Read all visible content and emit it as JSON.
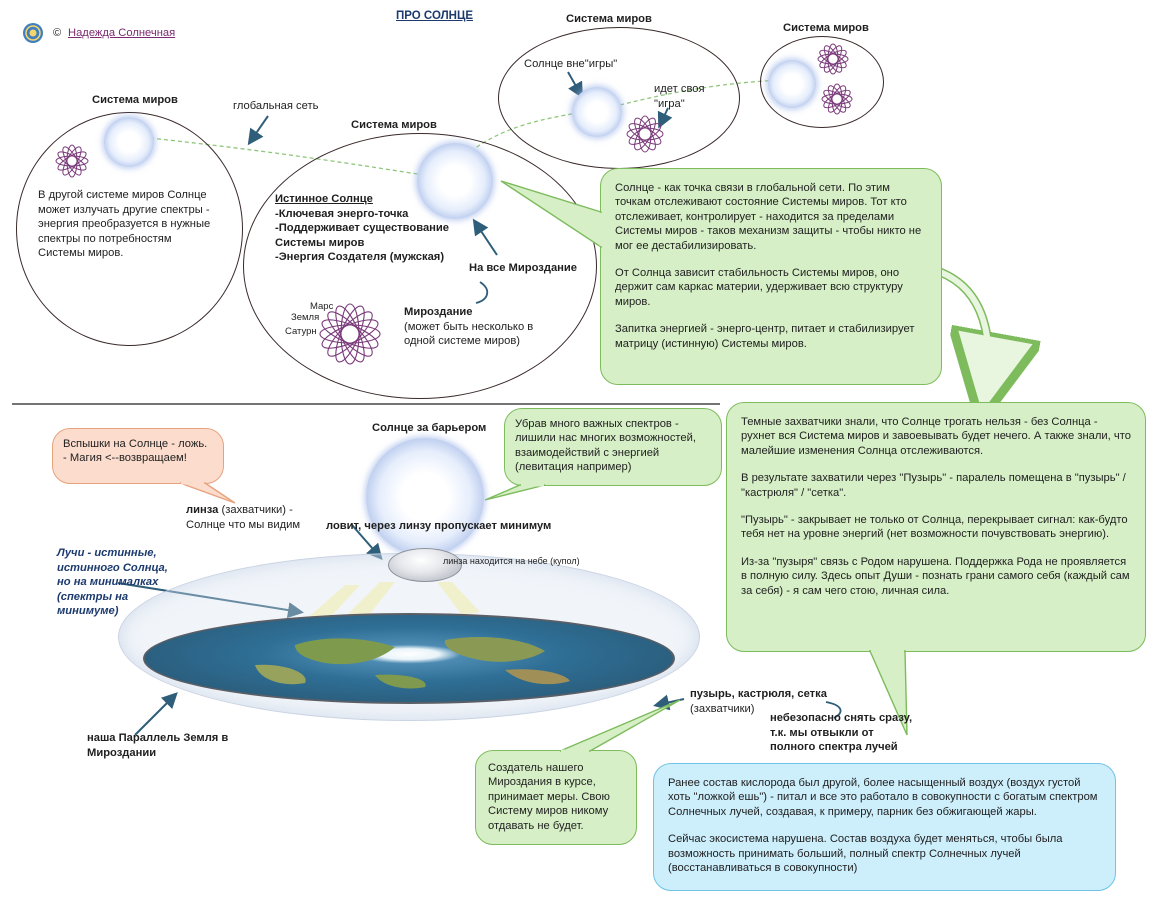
{
  "header": {
    "title": "ПРО СОЛНЦЕ",
    "copyright_symbol": "©",
    "author_link": "Надежда Солнечная",
    "logo_icon": "mandala-logo-icon"
  },
  "top_diagram": {
    "left_system": {
      "title": "Система миров",
      "description": "В другой системе миров Солнце может излучать другие спектры - энергия преобразуется в нужные спектры по потребностям Системы миров."
    },
    "global_network_label": "глобальная сеть",
    "center_system": {
      "title": "Система миров",
      "true_sun_title": "Истинное Солнце",
      "true_sun_line1": "-Ключевая энерго-точка",
      "true_sun_line2": "-Поддерживает существование",
      "true_sun_line3": "Системы миров",
      "true_sun_line4": "-Энергия Создателя (мужская)",
      "to_all_label": "На все Мироздание",
      "mirozdanie_title": "Мироздание",
      "mirozdanie_note": "(может быть несколько в одной системе миров)",
      "planet_mars": "Марс",
      "planet_earth": "Земля",
      "planet_saturn": "Сатурн"
    },
    "upper_system": {
      "title": "Система миров",
      "sun_outside_label": "Солнце вне\"игры\"",
      "own_game_label": "идет своя \"игра\""
    },
    "far_right_system": {
      "title": "Система миров"
    }
  },
  "callouts": {
    "green_top": {
      "p1": "Солнце - как точка связи в глобальной сети. По этим точкам отслеживают состояние Системы миров. Тот кто отслеживает, контролирует - находится за пределами Системы миров - таков механизм защиты - чтобы никто не мог ее дестабилизировать.",
      "p2": "От Солнца зависит стабильность Системы миров, оно держит сам каркас материи, удерживает всю структуру миров.",
      "p3": "Запитка энергией - энерго-центр, питает и стабилизирует матрицу (истинную) Системы миров."
    },
    "green_right": {
      "p1": "Темные захватчики знали, что Солнце трогать нельзя - без Солнца - рухнет вся Система миров и завоевывать будет нечего. А также знали, что малейшие изменения Солнца отслеживаются.",
      "p2": "В результате захватили через \"Пузырь\" - паралель помещена в \"пузырь\" / \"кастрюля\" / \"сетка\".",
      "p3": "\"Пузырь\" - закрывает не только от Солнца, перекрывает сигнал: как-будто тебя нет на уровне энергий (нет возможности почувствовать энергию).",
      "p4": "Из-за \"пузыря\" связь с Родом нарушена. Поддержка Рода не проявляется в полную силу. Здесь опыт Души - познать грани самого себя (каждый сам за себя) - я сам чего стою, личная сила."
    },
    "green_middle": {
      "text": "Убрав много важных спектров - лишили нас многих возможностей, взаимодействий с энергией (левитация например)"
    },
    "orange": {
      "text": "Вспышки на Солнце - ложь. - Магия <--возвращаем!"
    },
    "green_bottom": {
      "text": "Создатель нашего Мироздания в курсе, принимает меры. Свою Систему миров никому отдавать не будет."
    },
    "blue_bottom": {
      "p1": "Ранее состав кислорода был другой, более насыщенный воздух (воздух густой хоть \"ложкой ешь\") - питал и все это работало в совокупности с богатым спектром Солнечных лучей, создавая, к примеру, парник без обжигающей жары.",
      "p2": "Сейчас экосистема нарушена. Состав воздуха будет меняться, чтобы была возможность принимать больший, полный спектр Солнечных лучей (восстанавливаться в совокупности)"
    }
  },
  "bottom_diagram": {
    "sun_barrier_title": "Солнце за барьером",
    "lens_bold": "линза",
    "lens_rest": " (захватчики) -",
    "lens_line2": "Солнце что мы видим",
    "catches_label": "ловит, через линзу пропускает минимум",
    "lens_in_sky": "линза находится на небе (купол)",
    "rays_label": "Лучи - истинные, истинного Солнца, но на минималках (спектры на минимуме)",
    "earth_label": "наша Параллель Земля в Мироздании",
    "bubble_bold": "пузырь, кастрюля, сетка",
    "bubble_note": "(захватчики)",
    "unsafe_label": "небезопасно снять сразу, т.к. мы отвыкли от полного спектра лучей"
  },
  "colors": {
    "green_fill": "#d6efc6",
    "green_border": "#7dbb5d",
    "orange_fill": "#fbdccd",
    "blue_fill": "#cdeefb",
    "arrow": "#2f5e7a",
    "network_line": "#8fc77a",
    "flower": "#7a3a7a"
  }
}
